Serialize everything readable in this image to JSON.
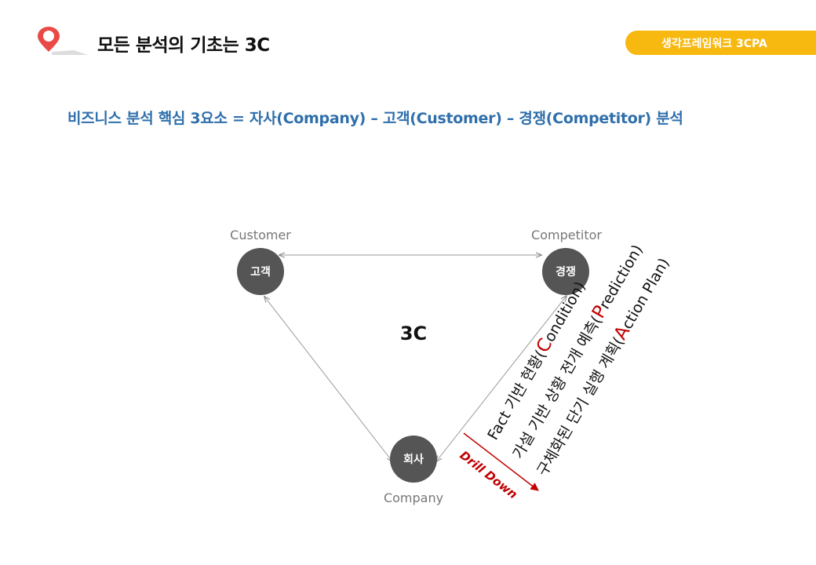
{
  "header": {
    "title": "모든 분석의 기초는 3C",
    "badge": "생각프레임워크  3CPA"
  },
  "subtitle": "비즈니스 분석 핵심 3요소 = 자사(Company) – 고객(Customer)  – 경쟁(Competitor)  분석",
  "diagram": {
    "center": "3C",
    "nodes": {
      "customer": {
        "ko": "고객",
        "en": "Customer"
      },
      "competitor": {
        "ko": "경쟁",
        "en": "Competitor"
      },
      "company": {
        "ko": "회사",
        "en": "Company"
      }
    },
    "steps": [
      {
        "pre": "Fact 기반 현황(",
        "hl": "C",
        "post": "ondition)"
      },
      {
        "pre": "가설 기반 상황 전개 예측(",
        "hl": "P",
        "post": "rediction)"
      },
      {
        "pre": "구체화된 단기 실행 계획(",
        "hl": "A",
        "post": "ction Plan)"
      }
    ],
    "drill_down": "Drill Down"
  },
  "colors": {
    "accent_yellow": "#f7b80f",
    "subtitle_blue": "#2f6fab",
    "node_gray": "#555555",
    "highlight_red": "#c00000"
  }
}
